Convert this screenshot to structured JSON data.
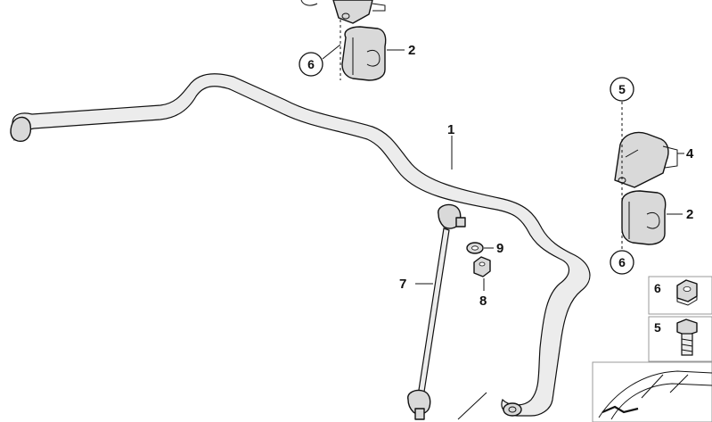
{
  "callouts": {
    "bar": "1",
    "bush_top": "2",
    "bush_right": "2",
    "bracket_right": "4",
    "link": "7",
    "nut": "8",
    "washer": "9"
  },
  "circled": {
    "top_left_6": "6",
    "right_5": "5",
    "right_6": "6"
  },
  "legend": {
    "item_6": "6",
    "item_5": "5"
  }
}
